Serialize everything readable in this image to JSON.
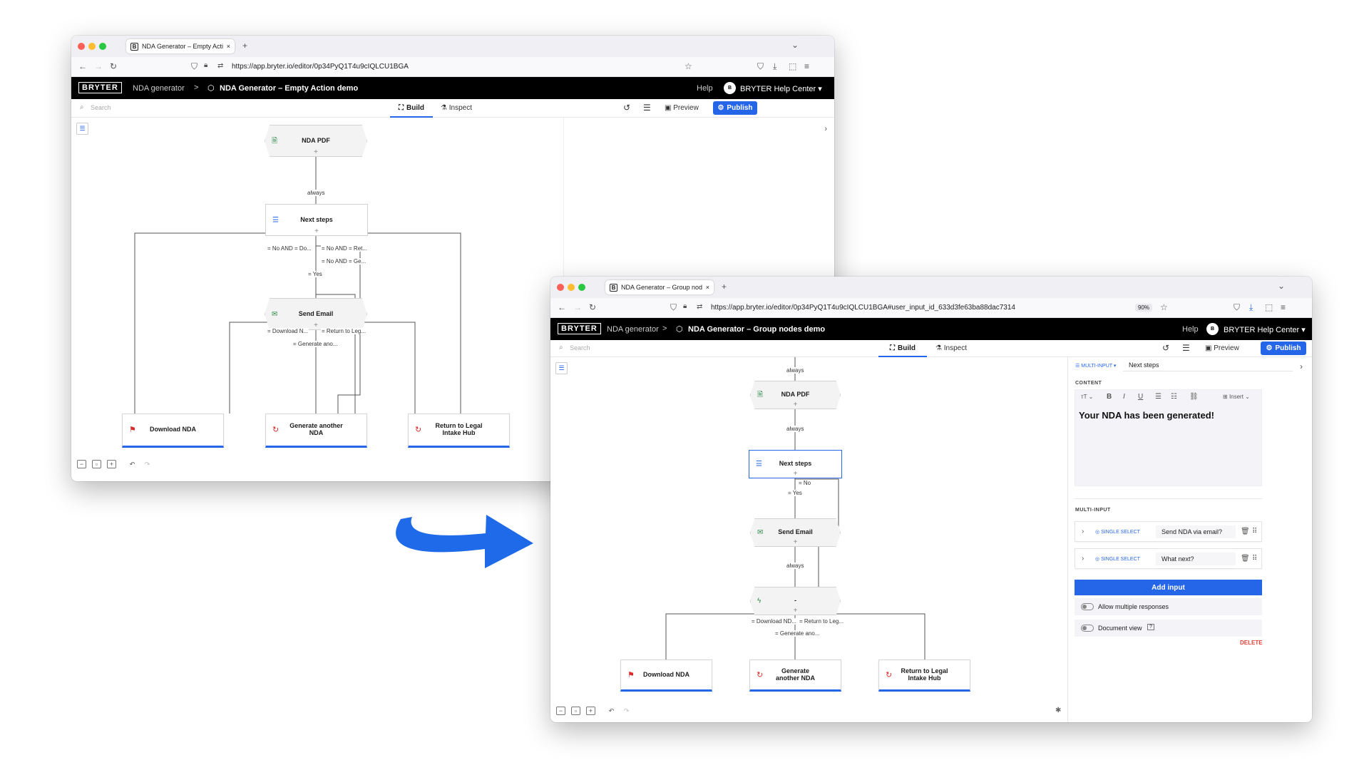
{
  "window1": {
    "tab_title": "NDA Generator – Empty Action",
    "url": "https://app.bryter.io/editor/0p34PyQ1T4u9cIQLCU1BGA",
    "app": {
      "logo": "BRYTER",
      "breadcrumb_project": "NDA generator",
      "breadcrumb_sep": ">",
      "module_title": "NDA Generator – Empty Action demo",
      "help": "Help",
      "avatar": "B",
      "account": "BRYTER Help Center ▾"
    },
    "toolbar": {
      "search_placeholder": "Search",
      "build": "Build",
      "inspect": "Inspect",
      "preview": "Preview",
      "publish": "Publish"
    },
    "nodes": {
      "nda_pdf": "NDA PDF",
      "next_steps": "Next steps",
      "send_email": "Send Email",
      "download": "Download NDA",
      "generate": "Generate another NDA",
      "return": "Return to Legal Intake Hub"
    },
    "edges": {
      "always": "always",
      "no_and_do": "= No AND = Do...",
      "no_and_ret": "= No AND = Ret...",
      "no_and_ge": "= No AND = Ge...",
      "yes": "= Yes",
      "download": "= Download N...",
      "return": "= Return to Leg...",
      "generate": "= Generate ano..."
    }
  },
  "window2": {
    "tab_title": "NDA Generator – Group nodes",
    "url": "https://app.bryter.io/editor/0p34PyQ1T4u9cIQLCU1BGA#user_input_id_633d3fe63ba88dac7314",
    "zoom": "90%",
    "app": {
      "logo": "BRYTER",
      "breadcrumb_project": "NDA generator",
      "breadcrumb_sep": ">",
      "module_title": "NDA Generator – Group nodes demo",
      "help": "Help",
      "avatar": "B",
      "account": "BRYTER Help Center ▾"
    },
    "toolbar": {
      "search_placeholder": "Search",
      "build": "Build",
      "inspect": "Inspect",
      "preview": "Preview",
      "publish": "Publish"
    },
    "nodes": {
      "nda_pdf": "NDA PDF",
      "next_steps": "Next steps",
      "send_email": "Send Email",
      "group": "-",
      "download": "Download NDA",
      "generate": "Generate another NDA",
      "return": "Return to Legal Intake Hub"
    },
    "edges": {
      "always_top": "always",
      "always1": "always",
      "no": "= No",
      "yes": "= Yes",
      "always2": "always",
      "download": "= Download ND...",
      "return": "= Return to Leg...",
      "generate": "= Generate ano..."
    },
    "panel": {
      "node_type": "MULTI-INPUT ▾",
      "node_name": "Next steps",
      "content_label": "CONTENT",
      "insert": "Insert",
      "content_text": "Your NDA has been generated!",
      "multi_input_label": "MULTI-INPUT",
      "inputs": [
        {
          "type": "SINGLE SELECT",
          "question": "Send NDA via email?"
        },
        {
          "type": "SINGLE SELECT",
          "question": "What next?"
        }
      ],
      "add_input": "Add input",
      "allow_multiple": "Allow multiple responses",
      "document_view": "Document view",
      "delete": "DELETE"
    }
  },
  "colors": {
    "accent": "#2565e8",
    "arrow": "#1f6ae8",
    "end_flag": "#d92b2b"
  }
}
